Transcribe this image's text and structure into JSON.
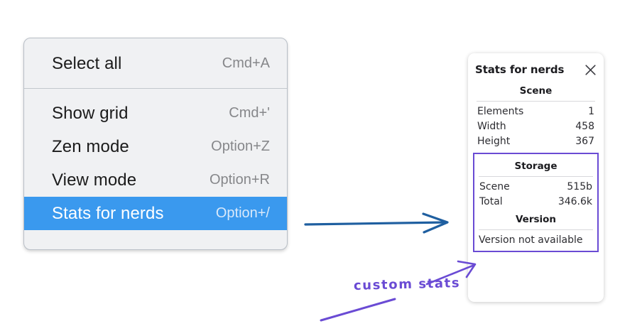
{
  "context_menu": {
    "groups": [
      {
        "items": [
          {
            "label": "Select all",
            "shortcut": "Cmd+A",
            "highlighted": false
          }
        ]
      },
      {
        "items": [
          {
            "label": "Show grid",
            "shortcut": "Cmd+'",
            "highlighted": false
          },
          {
            "label": "Zen mode",
            "shortcut": "Option+Z",
            "highlighted": false
          },
          {
            "label": "View mode",
            "shortcut": "Option+R",
            "highlighted": false
          },
          {
            "label": "Stats for nerds",
            "shortcut": "Option+/",
            "highlighted": true
          }
        ]
      }
    ],
    "highlight_color": "#3a99ee",
    "background_color": "#f0f1f3"
  },
  "stats_panel": {
    "title": "Stats for nerds",
    "close_icon": "close-icon",
    "sections": [
      {
        "heading": "Scene",
        "rows": [
          {
            "key": "Elements",
            "value": "1"
          },
          {
            "key": "Width",
            "value": "458"
          },
          {
            "key": "Height",
            "value": "367"
          }
        ]
      },
      {
        "heading": "Storage",
        "rows": [
          {
            "key": "Scene",
            "value": "515b"
          },
          {
            "key": "Total",
            "value": "346.6k"
          }
        ]
      },
      {
        "heading": "Version",
        "single_line": "Version not available"
      }
    ],
    "custom_outline_color": "#6a4bd4"
  },
  "annotations": {
    "handwritten_label": "custom stats",
    "blue_arrow_color": "#1f5fa0",
    "purple_arrow_color": "#6a4bd4"
  }
}
